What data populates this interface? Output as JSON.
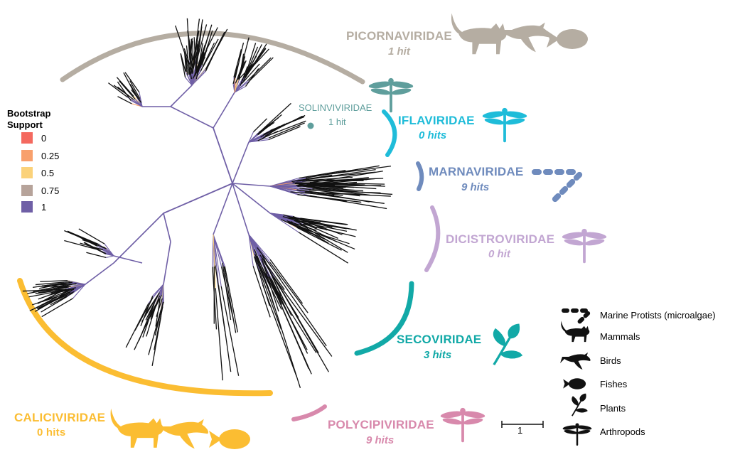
{
  "legend": {
    "title_line1": "Bootstrap",
    "title_line2": "Support",
    "items": [
      {
        "label": "0",
        "color": "#f4695f"
      },
      {
        "label": "0.25",
        "color": "#f8a06c"
      },
      {
        "label": "0.5",
        "color": "#fbd27a"
      },
      {
        "label": "0.75",
        "color": "#b6a39a"
      },
      {
        "label": "1",
        "color": "#6f5fa6"
      }
    ]
  },
  "families": {
    "picornaviridae": {
      "name": "PICORNAVIRIDAE",
      "hits": "1 hit",
      "color": "#b5ada2"
    },
    "solinviviridae": {
      "name": "SOLINVIVIRIDAE",
      "hits": "1 hit",
      "color": "#5f9e9c"
    },
    "iflaviridae": {
      "name": "IFLAVIRIDAE",
      "hits": "0 hits",
      "color": "#1fbcd9"
    },
    "marnaviridae": {
      "name": "MARNAVIRIDAE",
      "hits": "9 hits",
      "color": "#6f8bbd"
    },
    "dicistroviridae": {
      "name": "DICISTROVIRIDAE",
      "hits": "0 hit",
      "color": "#c2a6d2"
    },
    "secoviridae": {
      "name": "SECOVIRIDAE",
      "hits": "3 hits",
      "color": "#12a9a7"
    },
    "polycipiviridae": {
      "name": "POLYCIPIVIRIDAE",
      "hits": "9 hits",
      "color": "#d889ac"
    },
    "caliciviridae": {
      "name": "CALICIVIRIDAE",
      "hits": "0 hits",
      "color": "#fbbd32"
    }
  },
  "hosts": {
    "items": [
      {
        "label": "Marine Protists (microalgae)",
        "icon": "protist-chain-icon"
      },
      {
        "label": "Mammals",
        "icon": "cat-icon"
      },
      {
        "label": "Birds",
        "icon": "bird-icon"
      },
      {
        "label": "Fishes",
        "icon": "fish-icon"
      },
      {
        "label": "Plants",
        "icon": "plant-icon"
      },
      {
        "label": "Arthropods",
        "icon": "dragonfly-icon"
      }
    ]
  },
  "scale_bar": {
    "label": "1"
  }
}
